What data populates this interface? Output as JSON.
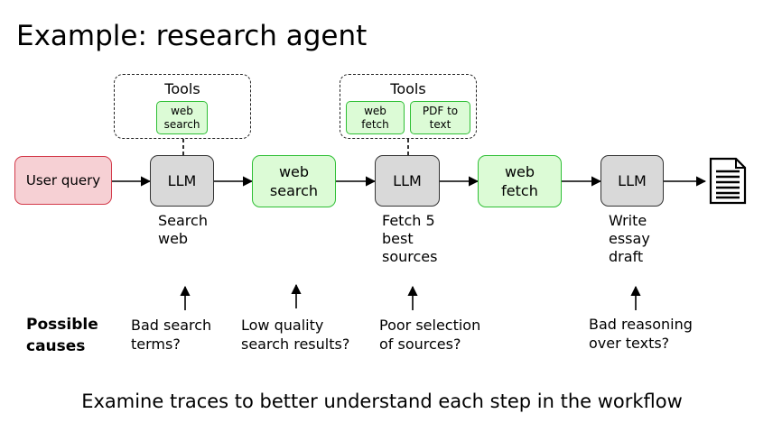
{
  "title": "Example: research agent",
  "tools_label": "Tools",
  "tool_chips": [
    "web\nsearch",
    "web\nfetch",
    "PDF to\ntext"
  ],
  "nodes": {
    "user_query": "User query",
    "llm": "LLM",
    "web_search": "web\nsearch",
    "web_fetch": "web\nfetch"
  },
  "step_labels": [
    "Search\nweb",
    "Fetch 5\nbest\nsources",
    "Write\nessay\ndraft"
  ],
  "possible_causes_heading": "Possible\ncauses",
  "causes": [
    "Bad search\nterms?",
    "Low quality\nsearch results?",
    "Poor selection\nof sources?",
    "Bad reasoning\nover texts?"
  ],
  "footer": "Examine traces to better understand each step in the workflow",
  "colors": {
    "query_fill": "#f6d0d4",
    "query_border": "#d33a4a",
    "llm_fill": "#d9d9d9",
    "tool_fill": "#dcfbd6",
    "tool_border": "#2fbf35"
  },
  "icons": {
    "output": "document-icon"
  }
}
